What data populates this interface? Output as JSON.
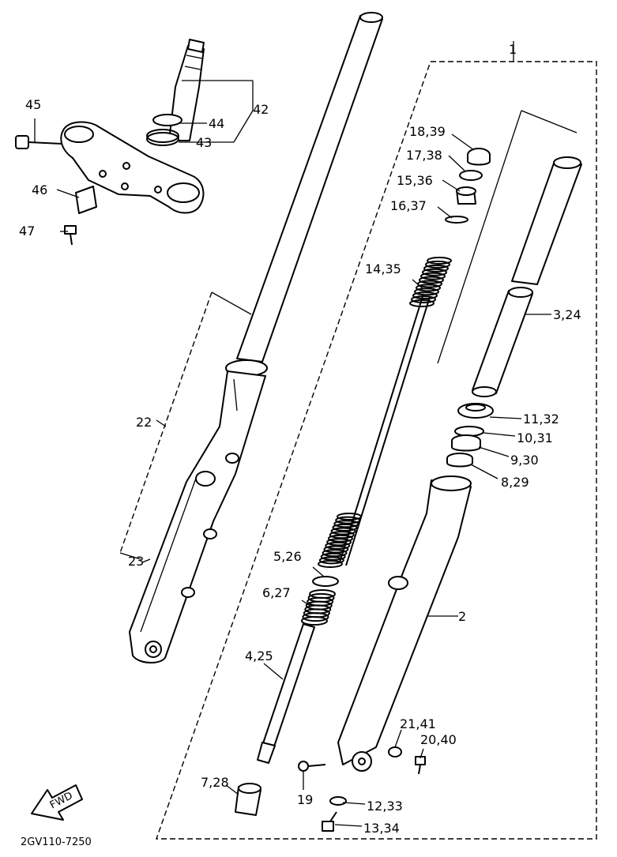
{
  "diagram_code": "2GV110-7250",
  "fwd_badge": "FWD",
  "labels": {
    "l1": "1",
    "l2": "2",
    "l3_24": "3,24",
    "l4_25": "4,25",
    "l5_26": "5,26",
    "l6_27": "6,27",
    "l7_28": "7,28",
    "l8_29": "8,29",
    "l9_30": "9,30",
    "l10_31": "10,31",
    "l11_32": "11,32",
    "l12_33": "12,33",
    "l13_34": "13,34",
    "l14_35": "14,35",
    "l15_36": "15,36",
    "l16_37": "16,37",
    "l17_38": "17,38",
    "l18_39": "18,39",
    "l19": "19",
    "l20_40": "20,40",
    "l21_41": "21,41",
    "l22": "22",
    "l23": "23",
    "l42": "42",
    "l43": "43",
    "l44": "44",
    "l45": "45",
    "l46": "46",
    "l47": "47"
  }
}
